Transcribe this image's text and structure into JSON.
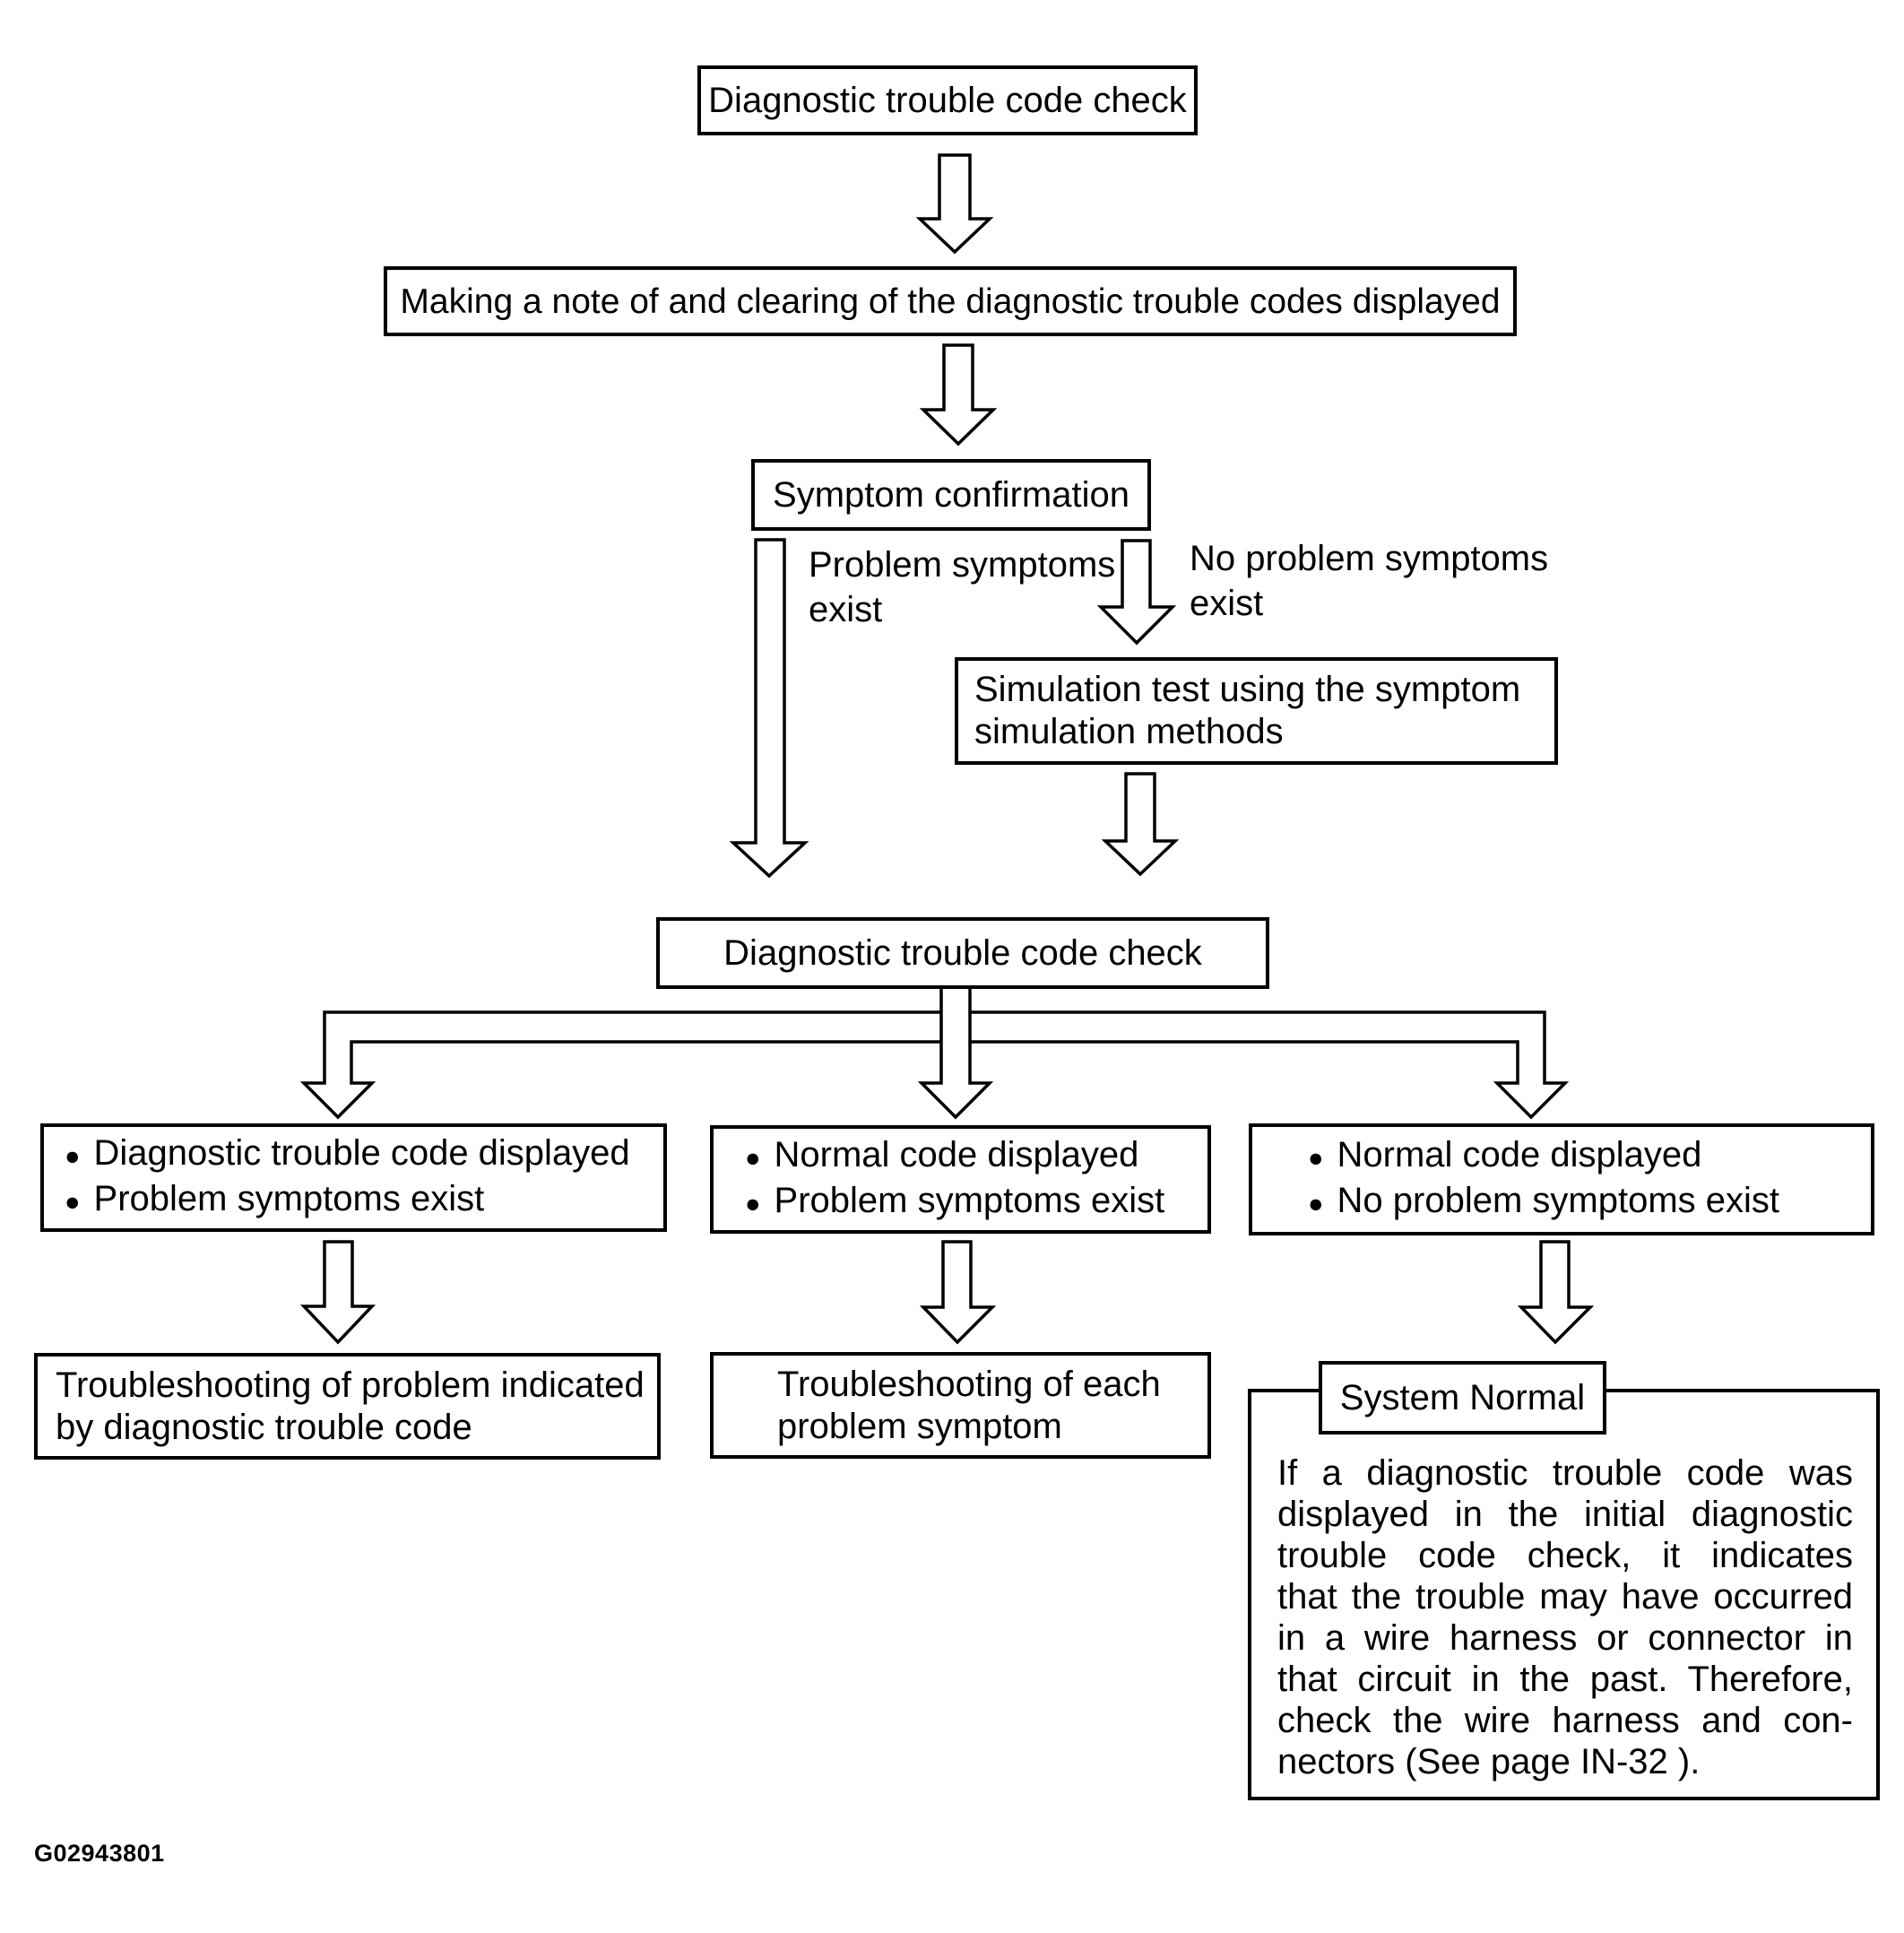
{
  "figure": {
    "id_code": "G02943801"
  },
  "colors": {
    "ink": "#000000",
    "paper": "#ffffff"
  },
  "bullet_glyph": "●",
  "flow": {
    "dtc_check_top": "Diagnostic trouble code check",
    "note_and_clear": "Making a note of and clearing of the diagnostic trouble codes displayed",
    "symptom_confirmation": "Symptom confirmation",
    "label_problem_exists": [
      "Problem symptoms",
      "exist"
    ],
    "label_no_problem_exists": [
      "No problem symptoms",
      "exist"
    ],
    "simulation_test": [
      "Simulation test using the symptom",
      "simulation methods"
    ],
    "dtc_check_2": "Diagnostic trouble code check",
    "outcome_left": [
      "Diagnostic trouble code displayed",
      "Problem symptoms exist"
    ],
    "outcome_middle": [
      "Normal code displayed",
      "Problem symptoms exist"
    ],
    "outcome_right": [
      "Normal code displayed",
      "No problem symptoms exist"
    ],
    "result_left": [
      "Troubleshooting of problem indicated",
      "by diagnostic trouble code"
    ],
    "result_middle": [
      "Troubleshooting of each",
      "problem symptom"
    ],
    "system_normal_title": "System Normal",
    "system_normal_body": [
      "If a diagnostic trouble code was",
      "displayed in the initial diagnostic",
      "trouble code check, it indicates",
      "that the trouble may have occurred",
      "in a wire harness or connector in",
      "that circuit in the past. Therefore,",
      "check the wire harness and con-",
      "nectors (See page IN-32 )."
    ]
  }
}
